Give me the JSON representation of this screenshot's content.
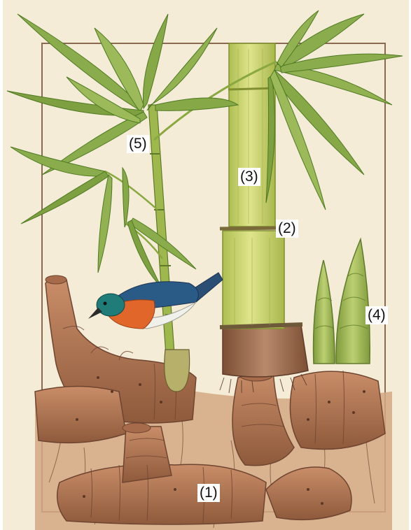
{
  "labels": {
    "l1": "(1)",
    "l2": "(2)",
    "l3": "(3)",
    "l4": "(4)",
    "l5": "(5)"
  },
  "palette": {
    "paper": "#f4ecd6",
    "frame": "#8c6a52",
    "soil": "#c79a72",
    "rhizome": "#b97d5a",
    "rhizome_dark": "#8a5638",
    "culm": "#c7d46a",
    "culm_light": "#e4e89a",
    "culm_base": "#9a6a4c",
    "leaf": "#8aac4c",
    "leaf_dark": "#5f8a2e",
    "shoot": "#a8c062",
    "bird_head": "#1f7c78",
    "bird_breast": "#e0662a",
    "bird_back": "#2a5a86",
    "bird_belly": "#f1f1ec"
  }
}
